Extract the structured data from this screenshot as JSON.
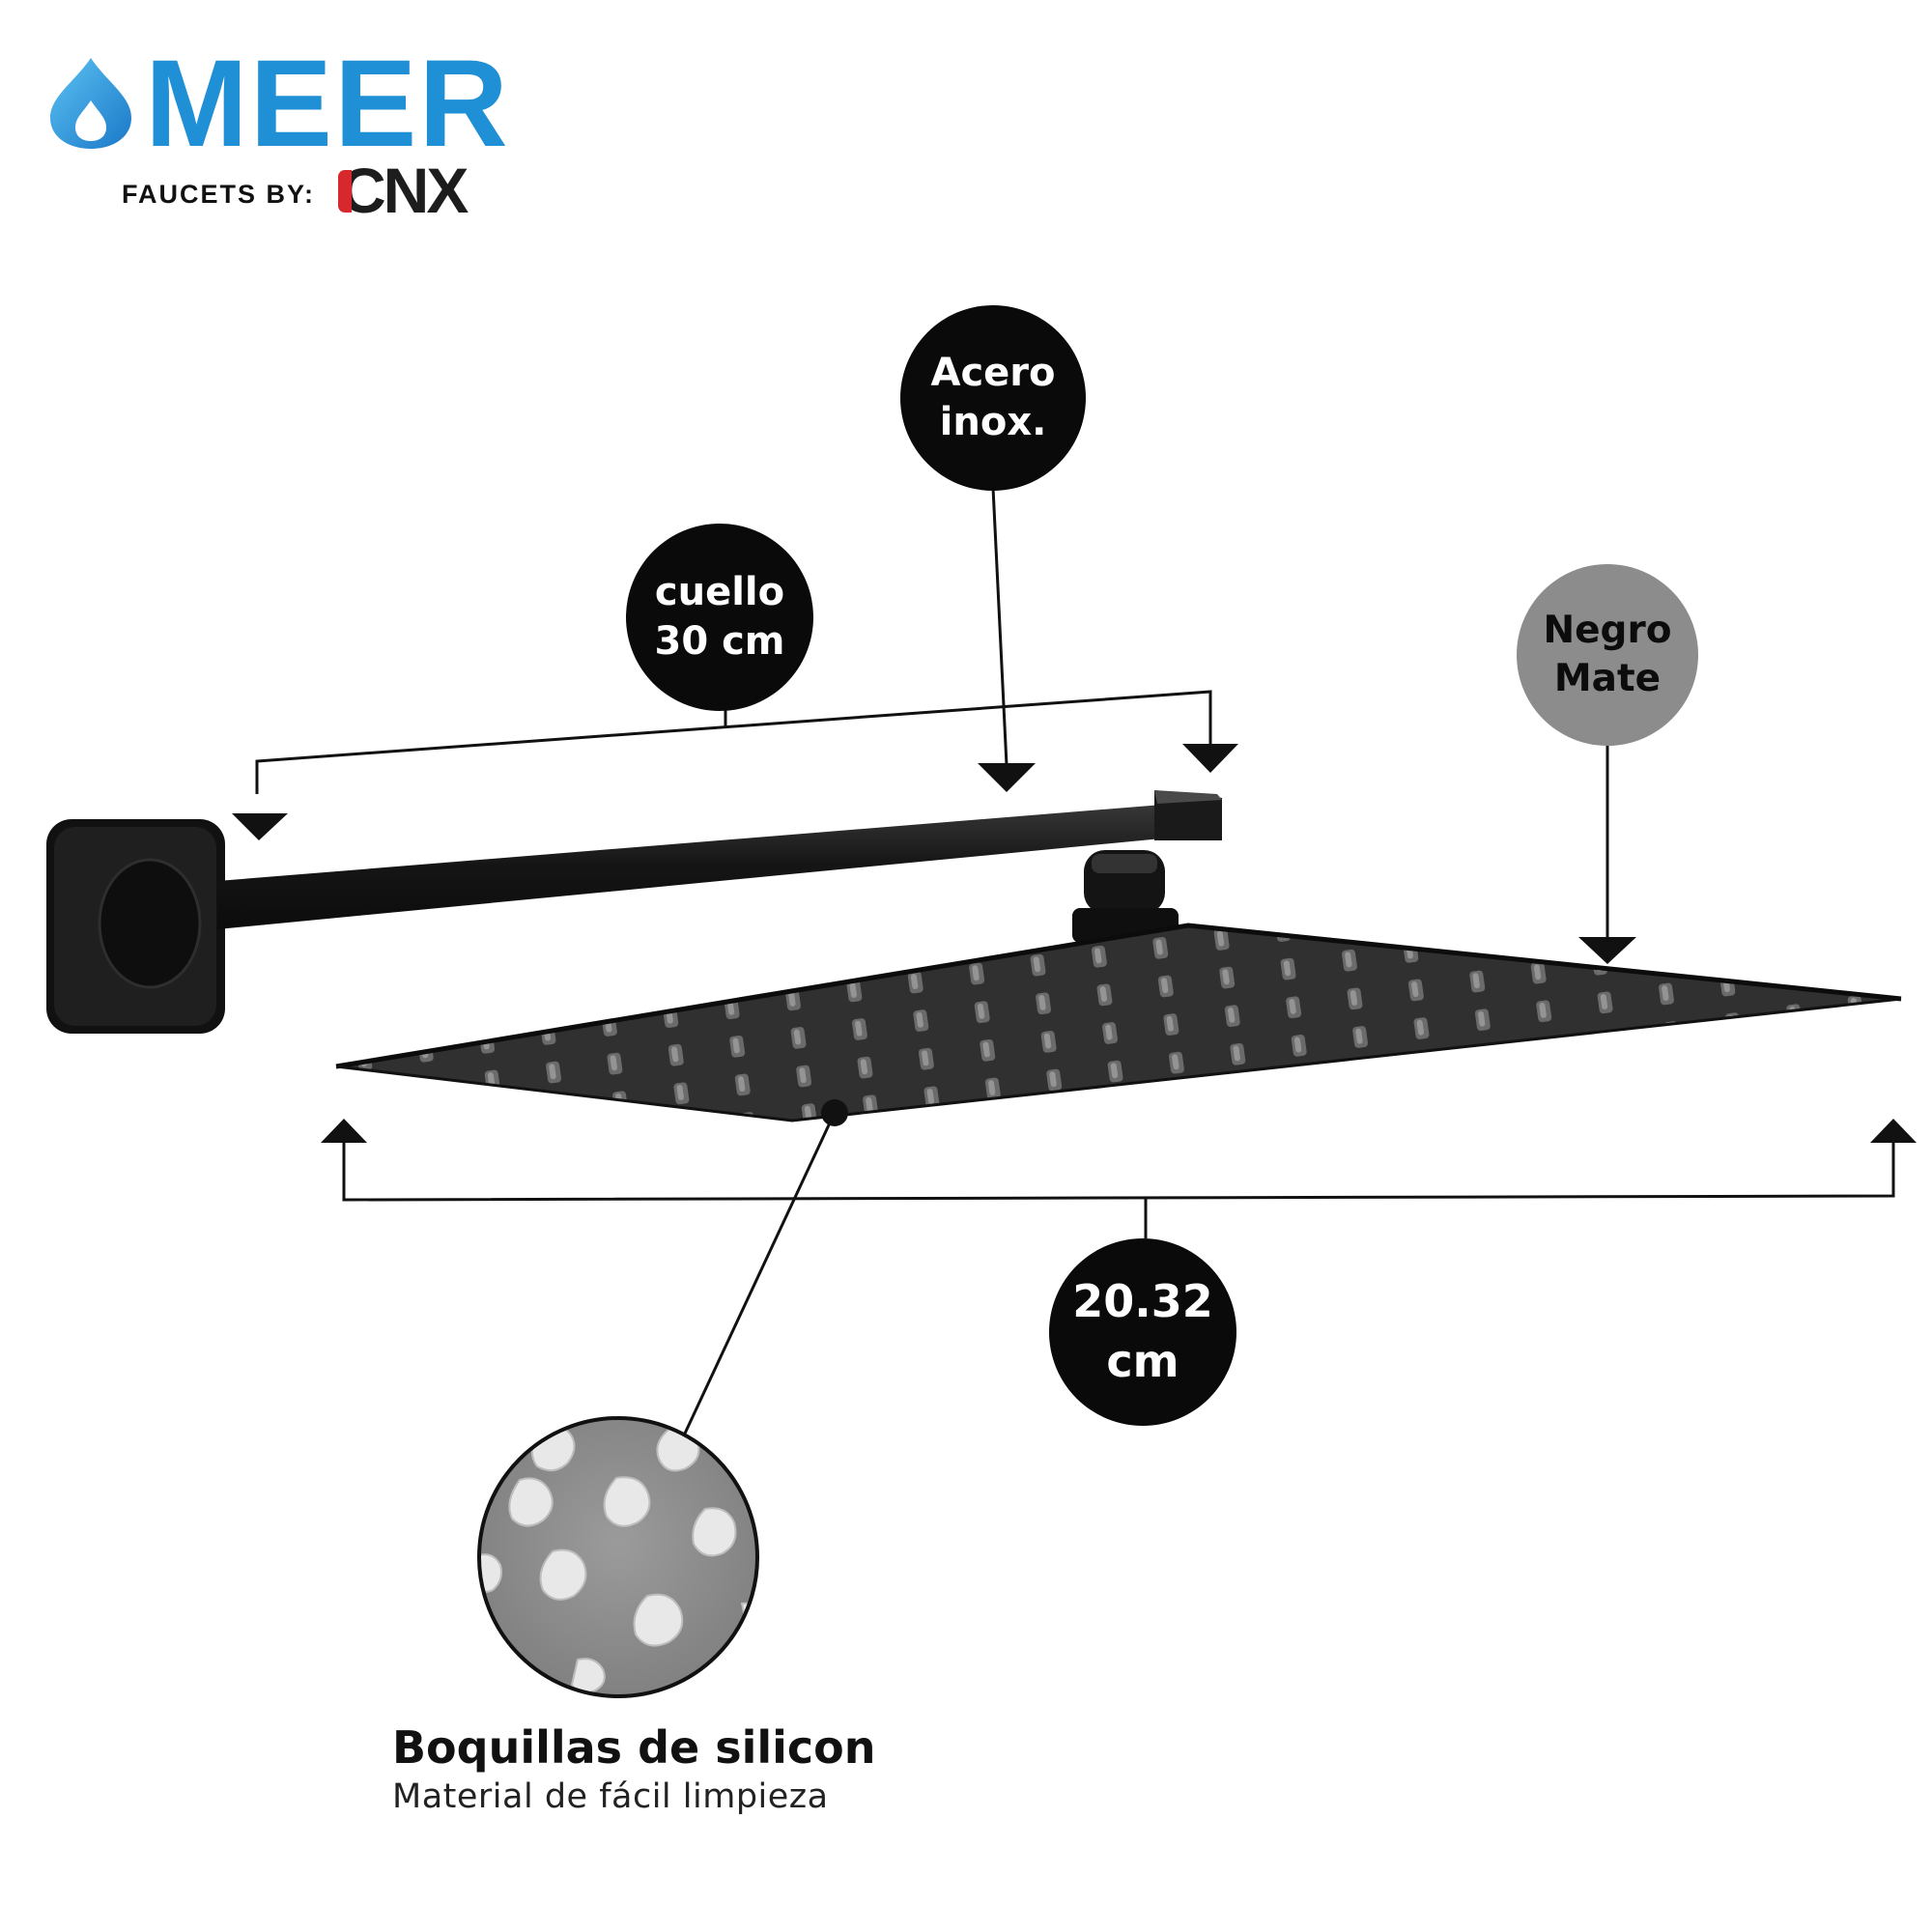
{
  "brand": {
    "name": "MEER",
    "tagline": "FAUCETS BY:",
    "partner": "CNX",
    "brand_color": "#1f8fd6"
  },
  "callouts": {
    "material": [
      "Acero",
      "inox."
    ],
    "neck": [
      "cuello",
      "30 cm"
    ],
    "finish": [
      "Negro",
      "Mate"
    ],
    "width": [
      "20.32",
      "cm"
    ]
  },
  "feature": {
    "title": "Boquillas de silicon",
    "subtitle": "Material de fácil limpieza"
  },
  "colors": {
    "callout_dark": "#0a0a0a",
    "callout_grey": "#8c8c8c",
    "product": "#1a1a1a",
    "nozzle_zoom": "#8a8b8a"
  }
}
